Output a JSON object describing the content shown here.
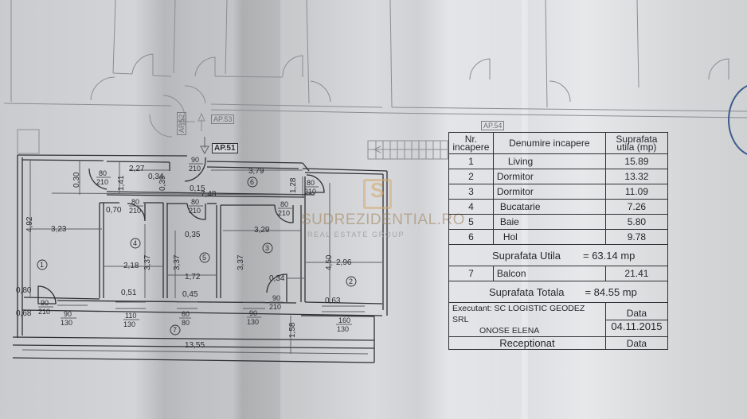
{
  "document": {
    "type": "floor-plan",
    "apartment_labels": {
      "current": "AP.51",
      "upper": "AP.53",
      "side": "AP.52",
      "right": "AP.54"
    }
  },
  "watermark": {
    "brand": "SUDREZIDENTIAL.RO",
    "subtitle": "REAL ESTATE GROUP",
    "logo_letter": "S"
  },
  "rooms_table": {
    "headers": {
      "nr": "Nr. incapere",
      "nr_line1": "Nr.",
      "nr_line2": "incapere",
      "name": "Denumire incapere",
      "area_line1": "Suprafata",
      "area_line2": "utila (mp)"
    },
    "rows": [
      {
        "nr": "1",
        "name": "Living",
        "area": "15.89"
      },
      {
        "nr": "2",
        "name": "Dormitor",
        "area": "13.32"
      },
      {
        "nr": "3",
        "name": "Dormitor",
        "area": "11.09"
      },
      {
        "nr": "4",
        "name": "Bucatarie",
        "area": "7.26"
      },
      {
        "nr": "5",
        "name": "Baie",
        "area": "5.80"
      },
      {
        "nr": "6",
        "name": "Hol",
        "area": "9.78"
      }
    ],
    "useful_area": {
      "label": "Suprafata Utila",
      "value": "= 63.14 mp"
    },
    "balcony": {
      "nr": "7",
      "name": "Balcon",
      "area": "21.41"
    },
    "total_area": {
      "label": "Suprafata Totala",
      "value": "= 84.55 mp"
    },
    "executant": {
      "label": "Executant: SC LOGISTIC GEODEZ SRL",
      "person": "ONOSE ELENA",
      "date_label": "Data",
      "date": "04.11.2015"
    },
    "receptionat": {
      "label": "Receptionat",
      "date_label": "Data"
    }
  },
  "dimensions": {
    "d_030": "0,30",
    "d_227": "2,27",
    "d_034a": "0,34",
    "d_039": "0,39",
    "d_141": "1,41",
    "d_015": "0,15",
    "d_748": "7,48",
    "d_379": "3,79",
    "d_128": "1,28",
    "d_070": "0,70",
    "d_492": "4,92",
    "d_323": "3,23",
    "d_035": "0,35",
    "d_329": "3,29",
    "d_450": "4,50",
    "d_218": "2,18",
    "d_337a": "3,37",
    "d_337b": "3,37",
    "d_337c": "3,37",
    "d_172": "1,72",
    "d_296": "2,96",
    "d_034b": "0,34",
    "d_080": "0,80",
    "d_051": "0,51",
    "d_045": "0,45",
    "d_063": "0,63",
    "d_068": "0,68",
    "d_1355": "13,55",
    "d_158": "1,58"
  },
  "openings": {
    "door_90_210": [
      "90",
      "210"
    ],
    "door_80_210": [
      "80",
      "210"
    ],
    "win_90_130": [
      "90",
      "130"
    ],
    "win_110_130": [
      "110",
      "130"
    ],
    "win_60_80": [
      "60",
      "80"
    ],
    "win_160_130": [
      "160",
      "130"
    ]
  },
  "room_markers": [
    "1",
    "2",
    "3",
    "4",
    "5",
    "6",
    "7"
  ]
}
